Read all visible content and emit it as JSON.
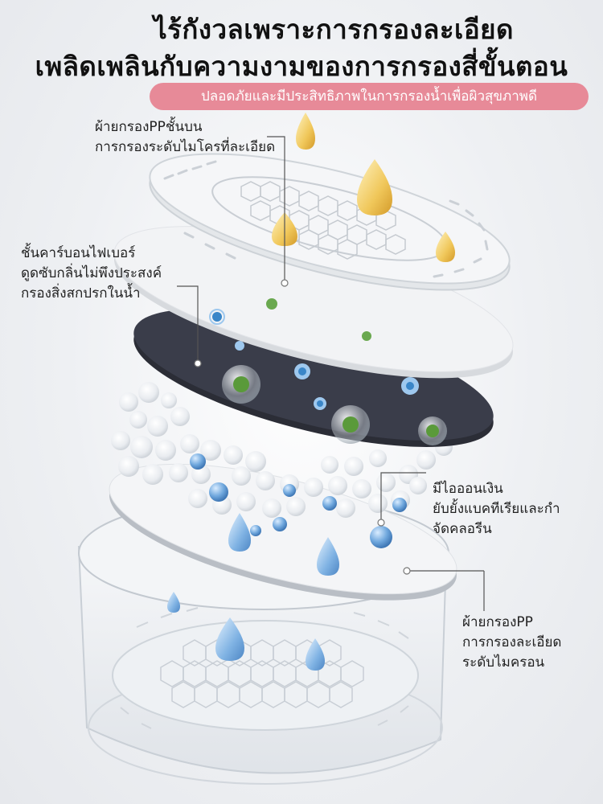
{
  "headline": {
    "line1": "ไร้กังวลเพราะการกรองละเอียด",
    "line2": "เพลิดเพลินกับความงามของการกรองสี่ขั้นตอน"
  },
  "badge": {
    "text": "ปลอดภัยและมีประสิทธิภาพในการกรองน้ำเพื่อผิวสุขภาพดี"
  },
  "callouts": {
    "top_pp": {
      "line1": "ผ้ายกรองPPชั้นบน",
      "line2": "การกรองระดับไมโครที่ละเอียด"
    },
    "carbon": {
      "line1": "ชั้นคาร์บอนไฟเบอร์",
      "line2": "ดูดซับกลิ่นไม่พึงประสงค์",
      "line3": "กรองสิ่งสกปรกในน้ำ"
    },
    "silver": {
      "line1": "มีไอออนเงิน",
      "line2": "ยับยั้งแบคทีเรียและกำ",
      "line3": "จัดคลอรีน"
    },
    "bottom_pp": {
      "line1": "ผ้ายกรองPP",
      "line2": "การกรองละเอียด",
      "line3": "ระดับไมครอน"
    }
  },
  "colors": {
    "badge": "#e78a98",
    "carbon_layer": "#3a3d4a",
    "water_drop": "#7fb2e3",
    "gold_drop": "#f0c75a",
    "bacteria": "#5a9a3a"
  }
}
